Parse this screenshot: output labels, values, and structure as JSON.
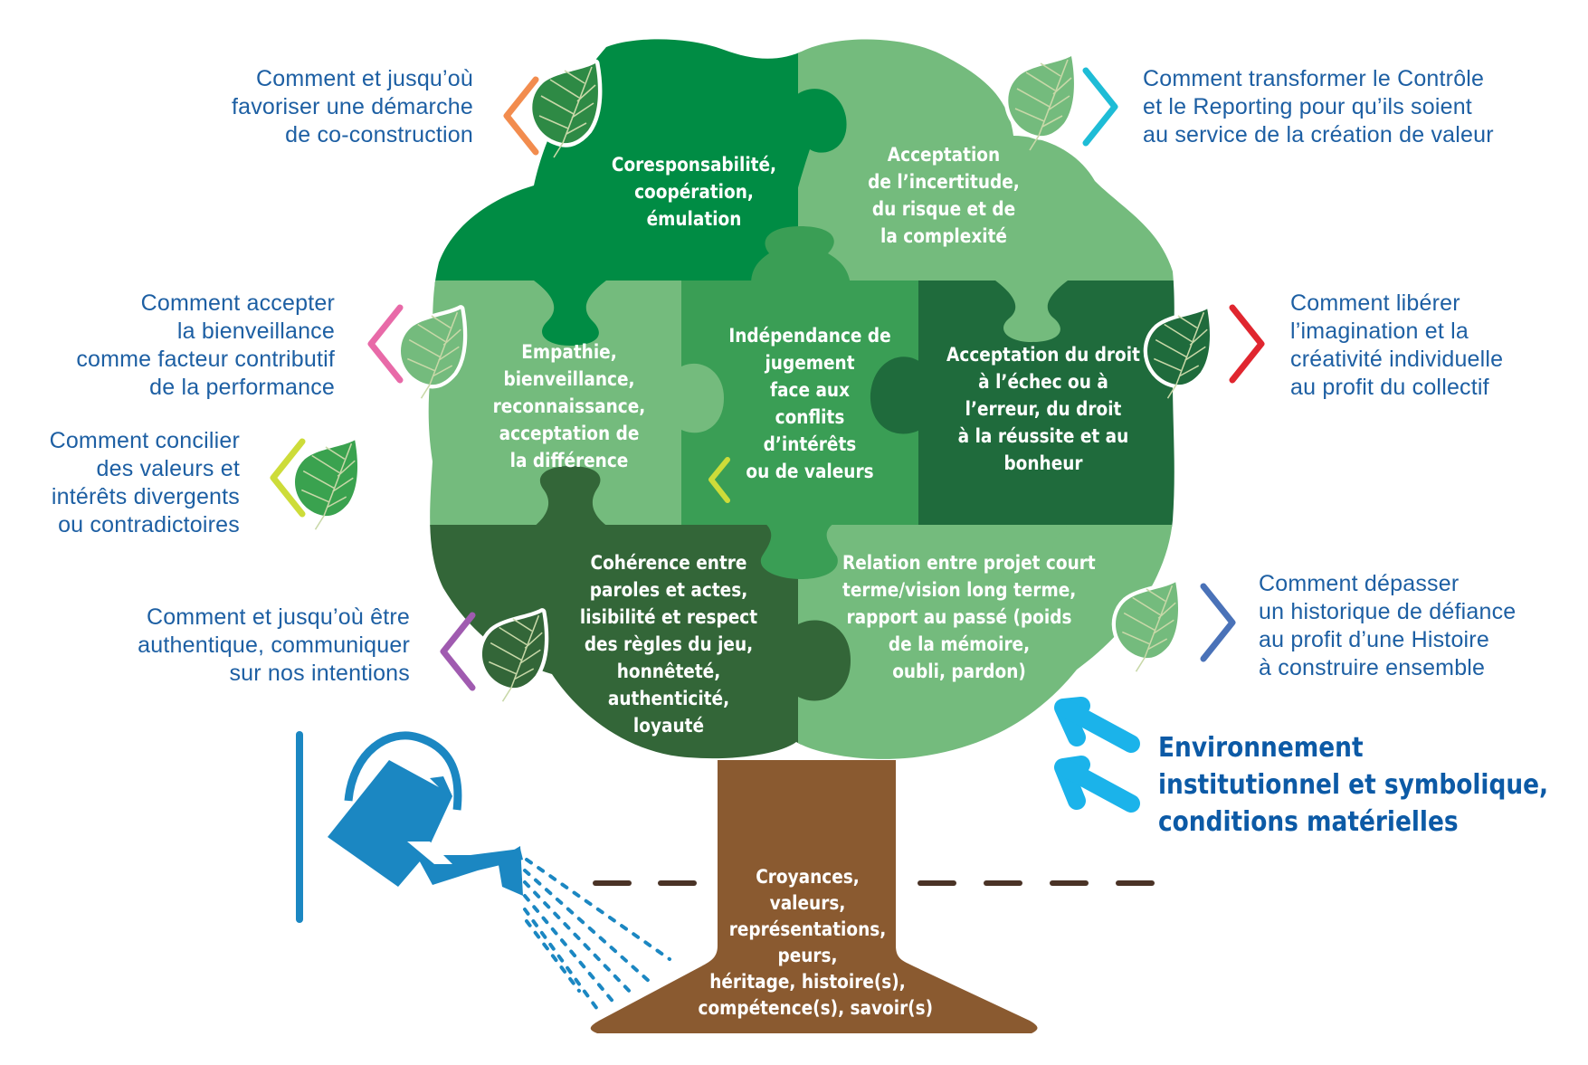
{
  "colors": {
    "question_text": "#1d5fa3",
    "env_text": "#0c5aa6",
    "piece_top_left": "#008c44",
    "piece_top_right": "#74bb7d",
    "piece_mid_left": "#74bb7d",
    "piece_mid_center": "#3a9e55",
    "piece_mid_right": "#1f6b3c",
    "piece_bottom_left": "#336638",
    "piece_bottom_right": "#74bb7d",
    "trunk": "#8a5a30",
    "ground_dash": "#4a3326",
    "watering_can": "#1b87c2",
    "env_arrows": "#1bb3ea"
  },
  "questions": [
    {
      "id": "co-construction",
      "side": "left",
      "chevron_color": "#f28c4e",
      "lines": [
        "Comment et jusqu’où",
        "favoriser une démarche",
        "de co-construction"
      ]
    },
    {
      "id": "bienveillance",
      "side": "left",
      "chevron_color": "#e86aa8",
      "lines": [
        "Comment accepter",
        "la bienveillance",
        "comme facteur contributif",
        "de la performance"
      ]
    },
    {
      "id": "concilier",
      "side": "left",
      "chevron_color": "#cddc39",
      "lines": [
        "Comment concilier",
        "des valeurs et",
        "intérêts divergents",
        "ou contradictoires"
      ]
    },
    {
      "id": "authentique",
      "side": "left",
      "chevron_color": "#a05bb0",
      "lines": [
        "Comment et jusqu’où être",
        "authentique, communiquer",
        "sur nos intentions"
      ]
    },
    {
      "id": "controle-reporting",
      "side": "right",
      "chevron_color": "#1ebcd6",
      "lines": [
        "Comment transformer le Contrôle",
        "et le Reporting pour qu’ils soient",
        "au service de la création de valeur"
      ]
    },
    {
      "id": "imagination",
      "side": "right",
      "chevron_color": "#e0262f",
      "lines": [
        "Comment libérer",
        "l’imagination et la",
        "créativité individuelle",
        "au profit du collectif"
      ]
    },
    {
      "id": "defiance",
      "side": "right",
      "chevron_color": "#4a72b8",
      "lines": [
        "Comment dépasser",
        "un historique de défiance",
        "au profit d’une Histoire",
        "à construire ensemble"
      ]
    }
  ],
  "pieces": [
    {
      "id": "top-left",
      "lines": [
        "Coresponsabilité,",
        "coopération,",
        "émulation"
      ]
    },
    {
      "id": "top-right",
      "lines": [
        "Acceptation",
        "de l’incertitude,",
        "du risque et de",
        "la complexité"
      ]
    },
    {
      "id": "mid-left",
      "lines": [
        "Empathie,",
        "bienveillance,",
        "reconnaissance,",
        "acceptation de",
        "la différence"
      ]
    },
    {
      "id": "mid-center",
      "lines": [
        "Indépendance de",
        "jugement",
        "face aux",
        "conflits",
        "d’intérêts",
        "ou de valeurs"
      ]
    },
    {
      "id": "mid-right",
      "lines": [
        "Acceptation du droit",
        "à l’échec ou à",
        "l’erreur, du droit",
        "à la réussite et au",
        "bonheur"
      ]
    },
    {
      "id": "bottom-left",
      "lines": [
        "Cohérence entre",
        "paroles et actes,",
        "lisibilité et respect",
        "des règles du jeu,",
        "honnêteté,",
        "authenticité,",
        "loyauté"
      ]
    },
    {
      "id": "bottom-right",
      "lines": [
        "Relation entre projet court",
        "terme/vision long terme,",
        "rapport au passé (poids",
        "de la mémoire,",
        "oubli, pardon)"
      ]
    }
  ],
  "trunk": {
    "lines": [
      "Croyances,",
      "valeurs,",
      "représentations,",
      "peurs,",
      "héritage, histoire(s),",
      "compétence(s), savoir(s)"
    ]
  },
  "environment": {
    "lines": [
      "Environnement",
      "institutionnel et symbolique,",
      "conditions matérielles"
    ]
  },
  "icons": {
    "leaf": "leaf-icon",
    "chevron_left": "chevron-left-icon",
    "chevron_right": "chevron-right-icon",
    "watering_can": "watering-can-icon",
    "arrow_up_left": "arrow-up-left-icon"
  }
}
